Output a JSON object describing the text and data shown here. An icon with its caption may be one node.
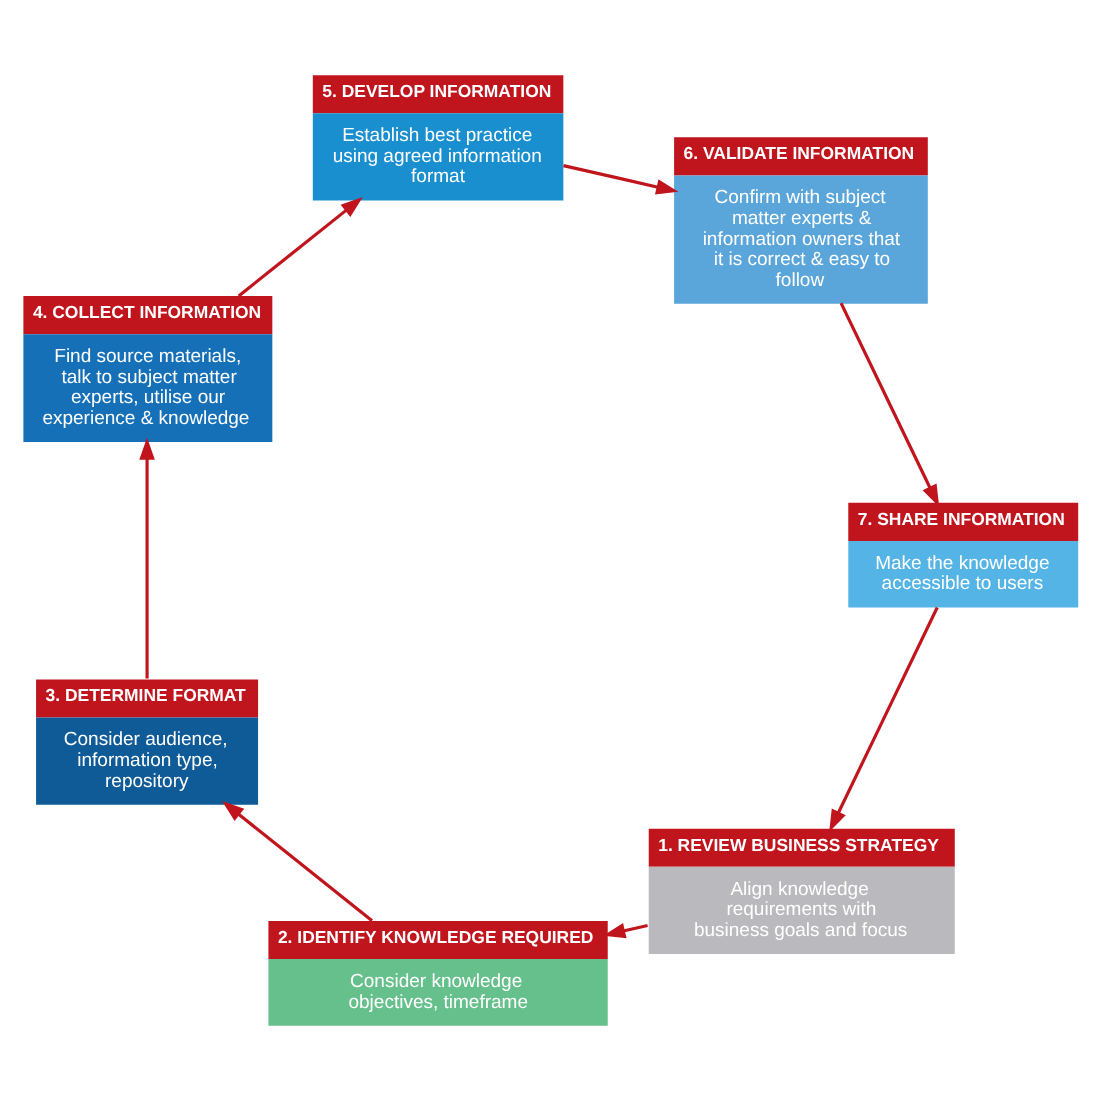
{
  "diagram": {
    "nodes": [
      {
        "text": [
          "1. REVIEW BUSINESS STRATEGY",
          "Align knowledge requirements with business goals and focus"
        ]
      },
      {
        "text": [
          "2. IDENTIFY KNOWLEDGE REQUIRED",
          "Consider knowledge objectives, timeframe"
        ]
      },
      {
        "text": [
          "3. DETERMINE FORMAT",
          "Consider audience, information type, repository"
        ]
      },
      {
        "text": [
          "4. COLLECT INFORMATION",
          "Find source materials, talk to subject matter experts, utilise our experience & knowledge"
        ]
      },
      {
        "text": [
          "5. DEVELOP INFORMATION",
          "Establish best practice using agreed information format"
        ]
      },
      {
        "text": [
          "6. VALIDATE INFORMATION",
          "Confirm with subject matter experts & information owners that it is correct & easy to follow"
        ]
      },
      {
        "text": [
          "7. SHARE INFORMATION",
          "Make the knowledge accessible to users"
        ]
      }
    ],
    "edges": [
      {
        "from": 0,
        "to": 1,
        "arrow": "to"
      },
      {
        "from": 1,
        "to": 2,
        "arrow": "to"
      },
      {
        "from": 2,
        "to": 3,
        "arrow": "to"
      },
      {
        "from": 3,
        "to": 4,
        "arrow": "to"
      },
      {
        "from": 4,
        "to": 5,
        "arrow": "to"
      },
      {
        "from": 5,
        "to": 6,
        "arrow": "to"
      },
      {
        "from": 6,
        "to": 0,
        "arrow": "to"
      }
    ]
  }
}
